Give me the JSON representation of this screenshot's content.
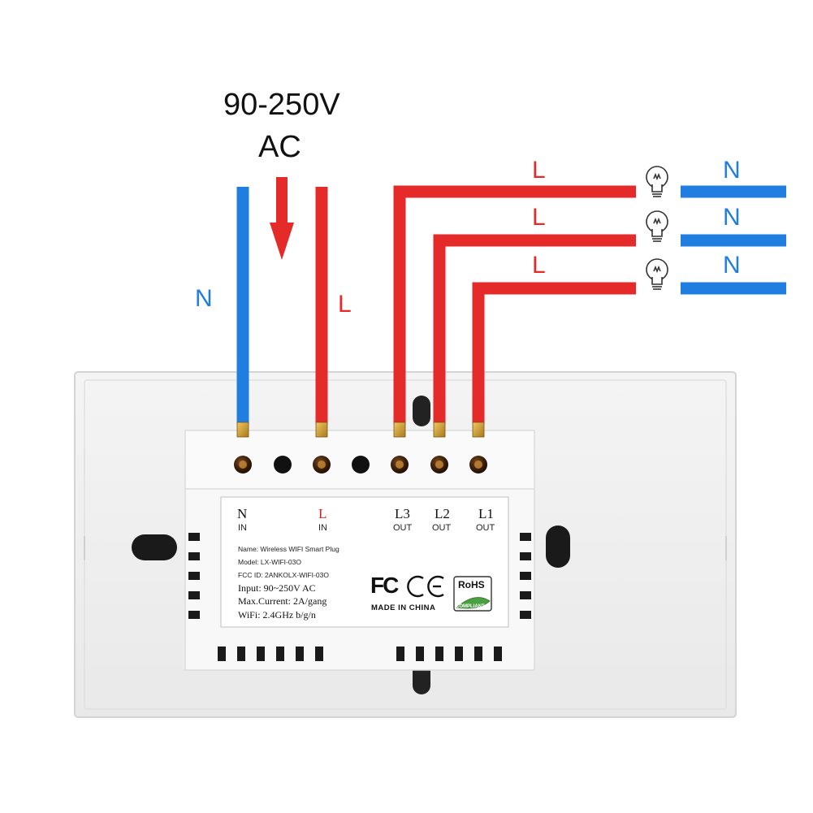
{
  "supply": {
    "voltage": "90-250V",
    "type": "AC"
  },
  "wires": {
    "neutral_in": "N",
    "live_in": "L",
    "outputs": [
      {
        "live": "L",
        "neutral": "N"
      },
      {
        "live": "L",
        "neutral": "N"
      },
      {
        "live": "L",
        "neutral": "N"
      }
    ]
  },
  "terminals": [
    {
      "name": "N",
      "sub": "IN"
    },
    {
      "name": "L",
      "sub": "IN"
    },
    {
      "name": "L3",
      "sub": "OUT"
    },
    {
      "name": "L2",
      "sub": "OUT"
    },
    {
      "name": "L1",
      "sub": "OUT"
    }
  ],
  "label": {
    "name": "Name: Wireless WIFI Smart Plug",
    "model": "Model: LX-WIFI-03O",
    "fcc": "FCC ID: 2ANKOLX-WIFI-03O",
    "input": "Input: 90~250V AC",
    "max_current": "Max.Current: 2A/gang",
    "wifi": "WiFi: 2.4GHz b/g/n",
    "made_in": "MADE IN CHINA",
    "fcc_mark": "FC",
    "ce_mark": "CE",
    "rohs_mark": "RoHS",
    "rohs_sub": "COMPLIANT"
  },
  "colors": {
    "neutral": "#1f7ee0",
    "live": "#e52a2a",
    "plate": "#f1f1f1",
    "module": "#f7f7f7"
  },
  "icons": [
    "light-bulb-icon",
    "down-arrow-icon"
  ]
}
